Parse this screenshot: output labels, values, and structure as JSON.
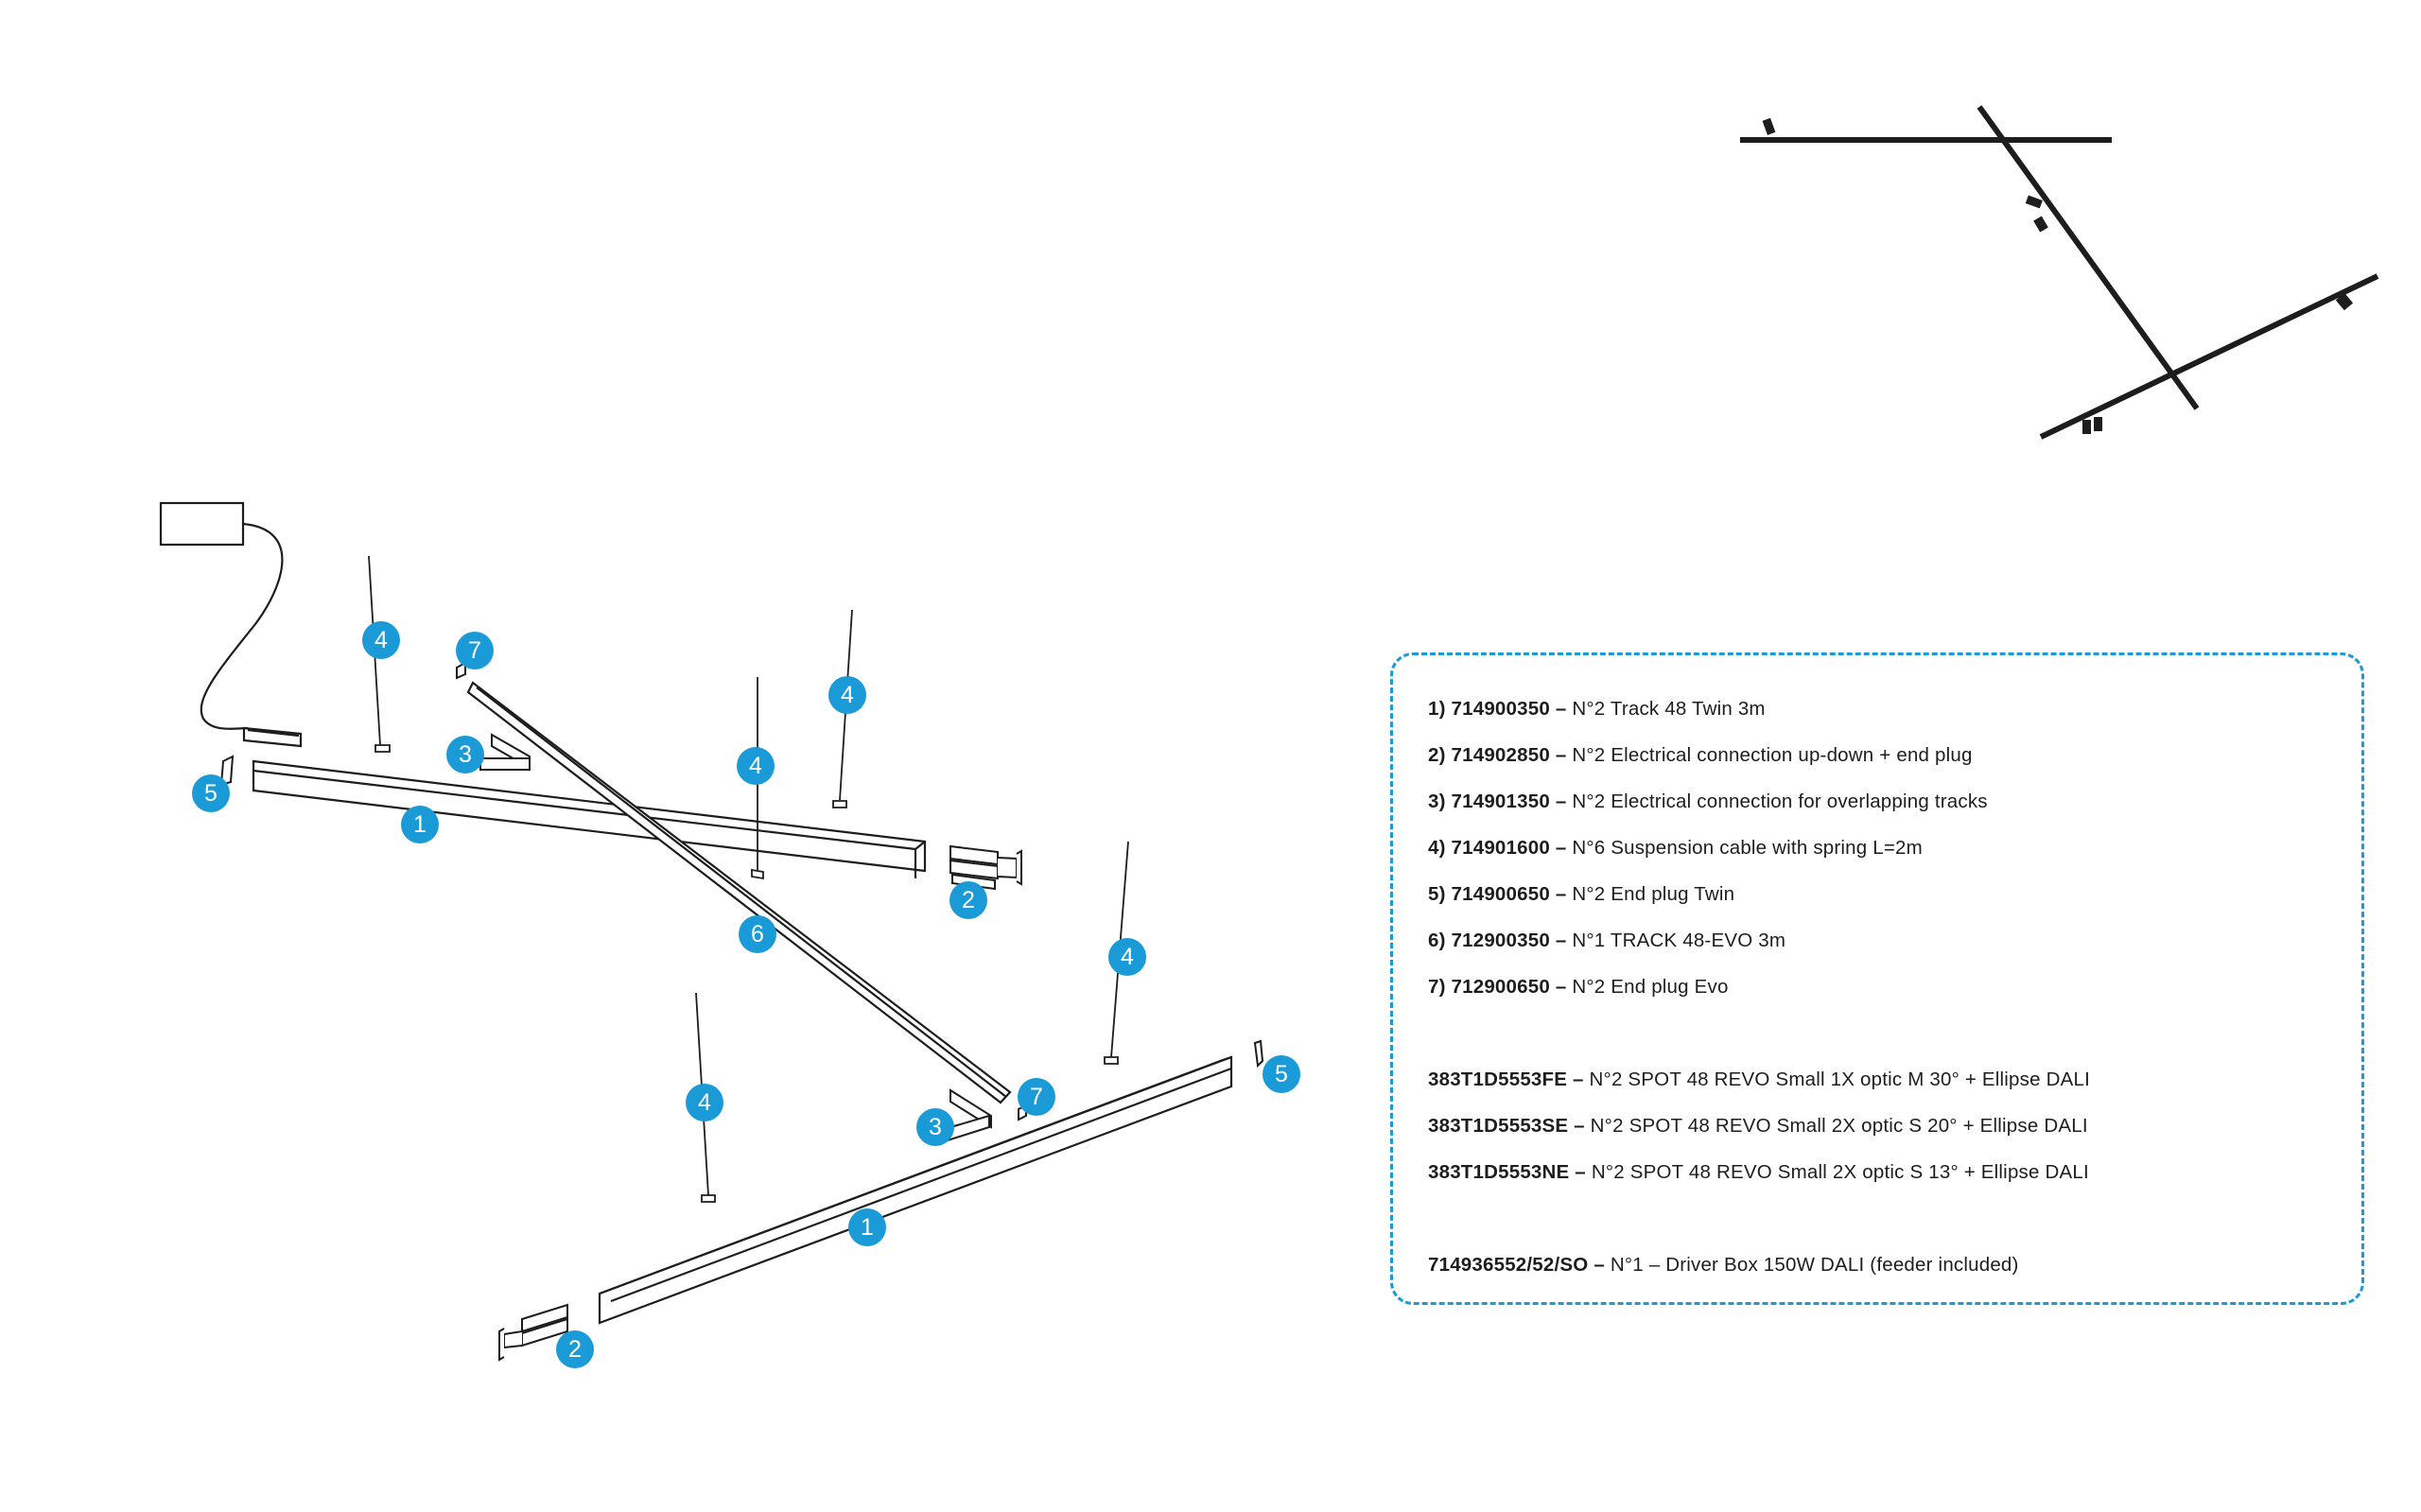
{
  "colors": {
    "accent": "#1a9ad6",
    "line": "#1d1d1d"
  },
  "callouts": {
    "track_twin_upper": "1",
    "track_twin_lower": "1",
    "connection_right": "2",
    "connection_left": "2",
    "overlap_upper": "3",
    "overlap_lower": "3",
    "cable_a": "4",
    "cable_b": "4",
    "cable_c": "4",
    "cable_d": "4",
    "cable_e": "4",
    "endplug_twin_left": "5",
    "endplug_twin_right": "5",
    "track_evo": "6",
    "endplug_evo_upper": "7",
    "endplug_evo_lower": "7"
  },
  "legend": {
    "items": [
      {
        "code": "1)  714900350 –",
        "desc": " N°2 Track 48 Twin 3m"
      },
      {
        "code": "2)  714902850 –",
        "desc": " N°2 Electrical connection up-down + end plug"
      },
      {
        "code": "3)  714901350 –",
        "desc": " N°2 Electrical connection for overlapping tracks"
      },
      {
        "code": "4)  714901600 –",
        "desc": " N°6 Suspension cable with spring L=2m"
      },
      {
        "code": "5)  714900650 –",
        "desc": " N°2 End plug Twin"
      },
      {
        "code": "6)  712900350 –",
        "desc": " N°1 TRACK 48-EVO 3m"
      },
      {
        "code": "7)  712900650 –",
        "desc": " N°2 End plug Evo"
      }
    ],
    "spots": [
      {
        "code": "383T1D5553FE –",
        "desc": " N°2 SPOT 48 REVO Small 1X optic M 30° + Ellipse DALI"
      },
      {
        "code": "383T1D5553SE –",
        "desc": " N°2 SPOT 48 REVO Small 2X optic S 20° + Ellipse DALI"
      },
      {
        "code": "383T1D5553NE –",
        "desc": " N°2 SPOT 48 REVO Small 2X optic S 13° + Ellipse DALI"
      }
    ],
    "driver": {
      "code": "714936552/52/SO –",
      "desc": "  N°1 – Driver Box 150W DALI (feeder included)"
    }
  }
}
